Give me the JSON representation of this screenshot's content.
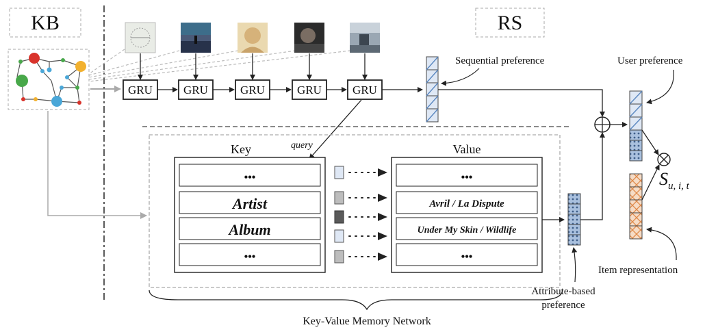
{
  "kb_label": "KB",
  "rs_label": "RS",
  "gru_label": "GRU",
  "sequential_preference": "Sequential preference",
  "user_preference": "User preference",
  "item_representation": "Item representation",
  "attribute_based_preference_line1": "Attribute-based",
  "attribute_based_preference_line2": "preference",
  "kv_memory_network": "Key-Value Memory Network",
  "query_label": "query",
  "key_header": "Key",
  "value_header": "Value",
  "key_rows": [
    "•••",
    "Artist",
    "Album",
    "•••"
  ],
  "value_rows": [
    "•••",
    "Avril / La Dispute",
    "Under My Skin / Wildlife",
    "•••"
  ],
  "score_symbol_base": "S",
  "score_symbol_sub": "u, i, t",
  "colors": {
    "artist_text": "#2b3a67",
    "album_text": "#a8303a",
    "blue_cell": "#dfe8f5",
    "dotted_cell": "#a9c0de",
    "orange_cell": "#f6dcc6",
    "orange_line": "#e08a4a"
  }
}
